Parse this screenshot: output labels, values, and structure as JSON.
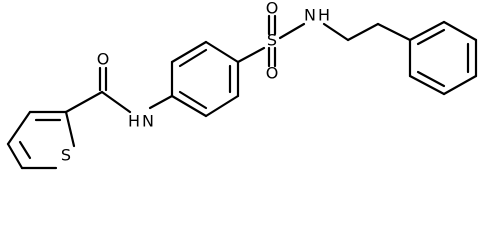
{
  "molecule": {
    "atoms": [
      {
        "id": "O1",
        "label": "O"
      },
      {
        "id": "S1",
        "label": "S"
      },
      {
        "id": "O2",
        "label": "O"
      },
      {
        "id": "N1",
        "label": "N"
      },
      {
        "id": "H1",
        "label": "H"
      },
      {
        "id": "N2",
        "label": "N"
      },
      {
        "id": "H2",
        "label": "H"
      },
      {
        "id": "S2",
        "label": "S"
      }
    ]
  },
  "colors": {
    "bond": "#000000",
    "label": "#000000",
    "background": "#ffffff"
  }
}
